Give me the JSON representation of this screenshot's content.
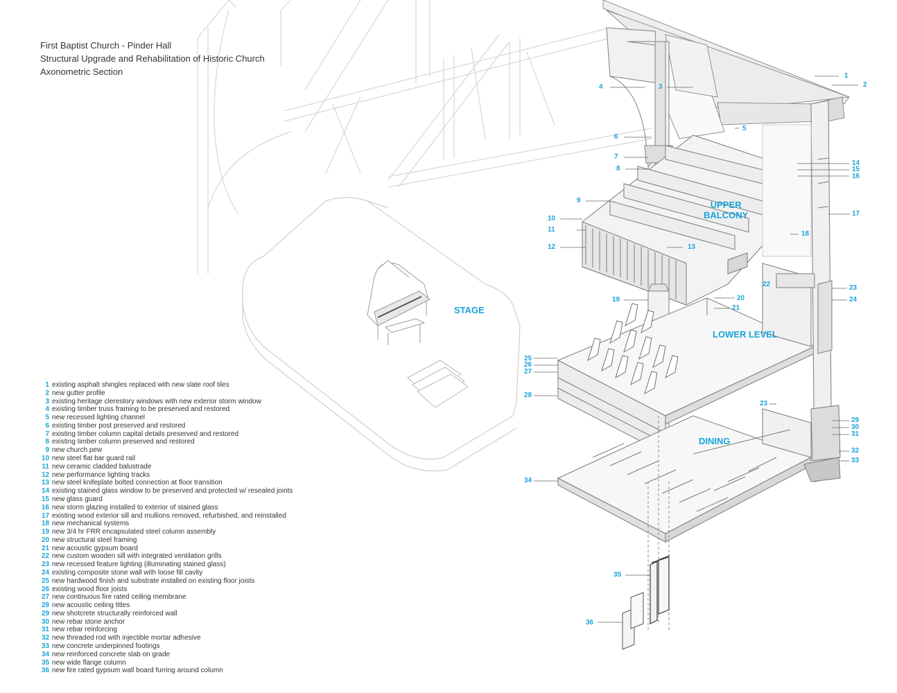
{
  "title_lines": [
    "First Baptist Church - Pinder Hall",
    "Structural Upgrade and Rehabilitation of Historic Church",
    "Axonometric Section"
  ],
  "zones": {
    "upper_balcony_line1": "UPPER",
    "upper_balcony_line2": "BALCONY",
    "stage": "STAGE",
    "lower_level": "LOWER LEVEL",
    "dining": "DINING"
  },
  "legend": [
    {
      "n": "1",
      "text": "existing asphalt shingles replaced with new slate roof tiles"
    },
    {
      "n": "2",
      "text": "new gutter profile"
    },
    {
      "n": "3",
      "text": "existing heritage clerestory windows with new exterior storm window"
    },
    {
      "n": "4",
      "text": "existing timber truss framing to be preserved and restored"
    },
    {
      "n": "5",
      "text": "new recessed lighting channel"
    },
    {
      "n": "6",
      "text": "existing timber post preserved and restored"
    },
    {
      "n": "7",
      "text": "existing timber column capital details preserved and restored"
    },
    {
      "n": "8",
      "text": "existing timber column preserved and restored"
    },
    {
      "n": "9",
      "text": "new church pew"
    },
    {
      "n": "10",
      "text": "new steel flat bar guard rail"
    },
    {
      "n": "11",
      "text": "new ceramic cladded balustrade"
    },
    {
      "n": "12",
      "text": "new performance lighting tracks"
    },
    {
      "n": "13",
      "text": "new steel knifeplate bolted connection at floor transition"
    },
    {
      "n": "14",
      "text": "existing stained glass window to be preserved and protected w/ resealed joints"
    },
    {
      "n": "15",
      "text": "new glass guard"
    },
    {
      "n": "16",
      "text": "new storm glazing installed to exterior of stained glass"
    },
    {
      "n": "17",
      "text": "existing wood exterior sill and mullions removed, refurbished, and reinstalled"
    },
    {
      "n": "18",
      "text": "new mechanical systems"
    },
    {
      "n": "19",
      "text": "new 3/4 hr FRR encapsulated steel column assembly"
    },
    {
      "n": "20",
      "text": "new structural steel framing"
    },
    {
      "n": "21",
      "text": "new acoustic gypsum board"
    },
    {
      "n": "22",
      "text": "new custom wooden sill with integrated ventilation grills"
    },
    {
      "n": "23",
      "text": "new recessed feature lighting (illuminating stained glass)"
    },
    {
      "n": "24",
      "text": "existing composite stone wall with loose fill cavity"
    },
    {
      "n": "25",
      "text": "new hardwood finish and substrate installed on existing floor joists"
    },
    {
      "n": "26",
      "text": "existing wood floor joists"
    },
    {
      "n": "27",
      "text": "new continuous fire rated ceiling membrane"
    },
    {
      "n": "28",
      "text": "new acoustic ceiling titles"
    },
    {
      "n": "29",
      "text": "new shotcrete structurally reinforced wall"
    },
    {
      "n": "30",
      "text": "new rebar stone anchor"
    },
    {
      "n": "31",
      "text": "new rebar reinforcing"
    },
    {
      "n": "32",
      "text": "new threaded rod with injectible mortar adhesive"
    },
    {
      "n": "33",
      "text": "new concrete underpinned footings"
    },
    {
      "n": "34",
      "text": "new reinforced concrete slab on grade"
    },
    {
      "n": "35",
      "text": "new wide flange column"
    },
    {
      "n": "36",
      "text": "new fire rated gypsum wall board furring around column"
    }
  ],
  "callout_numbers": [
    "1",
    "2",
    "3",
    "4",
    "5",
    "6",
    "7",
    "8",
    "9",
    "10",
    "11",
    "12",
    "13",
    "14",
    "15",
    "16",
    "17",
    "18",
    "19",
    "20",
    "21",
    "22",
    "23",
    "23",
    "24",
    "25",
    "26",
    "27",
    "28",
    "29",
    "30",
    "31",
    "32",
    "33",
    "34",
    "35",
    "36"
  ],
  "colors": {
    "accent": "#1aa3d9",
    "text": "#333333",
    "line": "#9a9a9a",
    "light_line": "#d4d4d4"
  }
}
